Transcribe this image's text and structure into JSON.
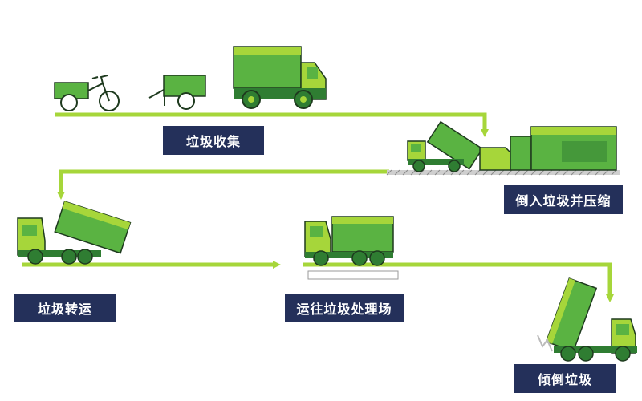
{
  "colors": {
    "green_light": "#a6d63a",
    "green_mid": "#5ab342",
    "green_dark": "#2f7d32",
    "label_bg": "#24305a",
    "label_text": "#ffffff",
    "outline": "#1e3a1e"
  },
  "steps": [
    {
      "id": "collect",
      "label": "垃圾收集"
    },
    {
      "id": "compress",
      "label": "倒入垃圾并压缩"
    },
    {
      "id": "transfer",
      "label": "垃圾转运"
    },
    {
      "id": "plant",
      "label": "运往垃圾处理场"
    },
    {
      "id": "dump",
      "label": "倾倒垃圾"
    }
  ],
  "icons": [
    "tricycle-cart-icon",
    "hand-cart-icon",
    "small-dump-truck-icon",
    "tipping-truck-icon",
    "compactor-station-icon",
    "hooklift-truck-icon",
    "container-truck-icon",
    "dumping-truck-icon"
  ]
}
